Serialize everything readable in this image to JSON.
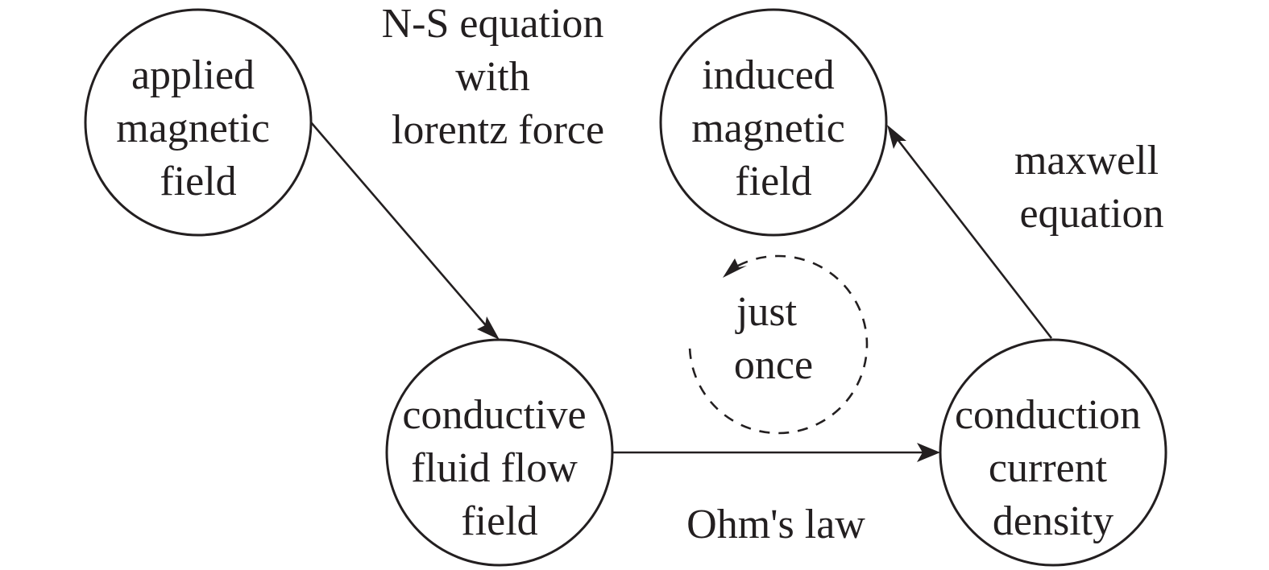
{
  "nodes": {
    "applied": {
      "lines": [
        "applied",
        "magnetic",
        "field"
      ]
    },
    "induced": {
      "lines": [
        "induced",
        "magnetic",
        "field"
      ]
    },
    "fluid": {
      "lines": [
        "conductive",
        "fluid flow",
        "field"
      ]
    },
    "current": {
      "lines": [
        "conduction",
        "current",
        "density"
      ]
    }
  },
  "edge_labels": {
    "ns": {
      "lines": [
        "N-S equation",
        "with",
        "lorentz force"
      ]
    },
    "maxwell": {
      "lines": [
        "maxwell",
        "equation"
      ]
    },
    "ohm": {
      "lines": [
        "Ohm's law"
      ]
    }
  },
  "loop_label": {
    "lines": [
      "just",
      "once"
    ]
  },
  "colors": {
    "ink": "#231f20",
    "background": "#ffffff"
  }
}
